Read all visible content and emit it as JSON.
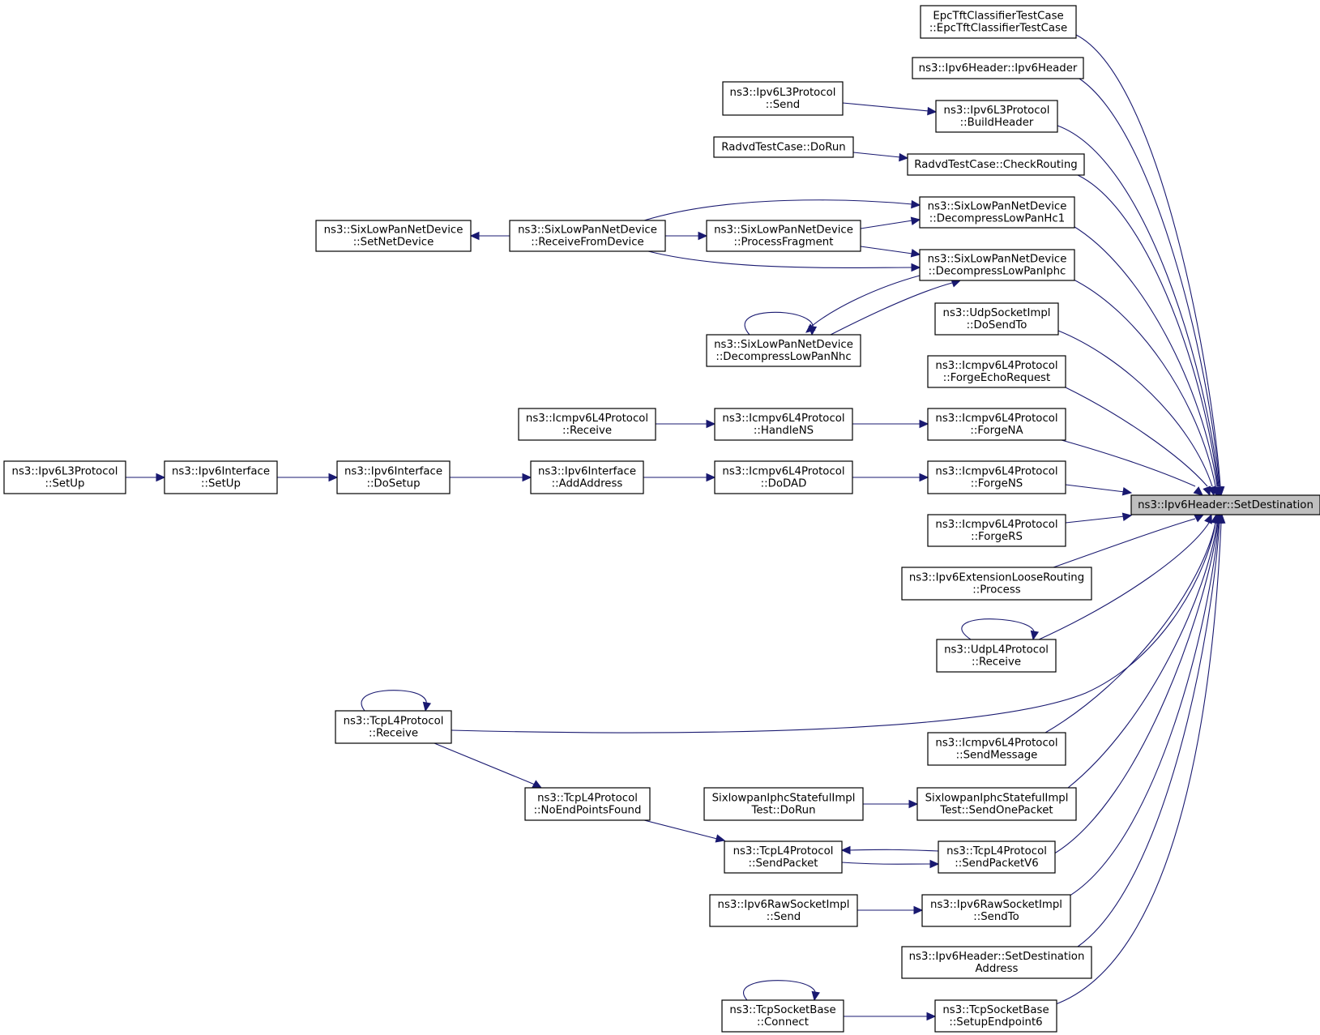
{
  "colors": {
    "edge": "#191970",
    "node_fill": "#ffffff",
    "focus_fill": "#bfbfbf",
    "node_stroke": "#000000"
  },
  "focus": "ns3::Ipv6Header::SetDestination",
  "nodes": [
    {
      "id": "focus",
      "lines": [
        "ns3::Ipv6Header::SetDestination"
      ]
    },
    {
      "id": "epc",
      "lines": [
        "EpcTftClassifierTestCase",
        "::EpcTftClassifierTestCase"
      ]
    },
    {
      "id": "ipv6hdr",
      "lines": [
        "ns3::Ipv6Header::Ipv6Header"
      ]
    },
    {
      "id": "l3send",
      "lines": [
        "ns3::Ipv6L3Protocol",
        "::Send"
      ]
    },
    {
      "id": "buildhdr",
      "lines": [
        "ns3::Ipv6L3Protocol",
        "::BuildHeader"
      ]
    },
    {
      "id": "radvddorun",
      "lines": [
        "RadvdTestCase::DoRun"
      ]
    },
    {
      "id": "checkrouting",
      "lines": [
        "RadvdTestCase::CheckRouting"
      ]
    },
    {
      "id": "setnetdev",
      "lines": [
        "ns3::SixLowPanNetDevice",
        "::SetNetDevice"
      ]
    },
    {
      "id": "recvfromdev",
      "lines": [
        "ns3::SixLowPanNetDevice",
        "::ReceiveFromDevice"
      ]
    },
    {
      "id": "procfrag",
      "lines": [
        "ns3::SixLowPanNetDevice",
        "::ProcessFragment"
      ]
    },
    {
      "id": "dechc1",
      "lines": [
        "ns3::SixLowPanNetDevice",
        "::DecompressLowPanHc1"
      ]
    },
    {
      "id": "deciphc",
      "lines": [
        "ns3::SixLowPanNetDevice",
        "::DecompressLowPanIphc"
      ]
    },
    {
      "id": "decnhc",
      "lines": [
        "ns3::SixLowPanNetDevice",
        "::DecompressLowPanNhc"
      ]
    },
    {
      "id": "udpdosendto",
      "lines": [
        "ns3::UdpSocketImpl",
        "::DoSendTo"
      ]
    },
    {
      "id": "forgeecho",
      "lines": [
        "ns3::Icmpv6L4Protocol",
        "::ForgeEchoRequest"
      ]
    },
    {
      "id": "icmprecv",
      "lines": [
        "ns3::Icmpv6L4Protocol",
        "::Receive"
      ]
    },
    {
      "id": "handlens",
      "lines": [
        "ns3::Icmpv6L4Protocol",
        "::HandleNS"
      ]
    },
    {
      "id": "forgena",
      "lines": [
        "ns3::Icmpv6L4Protocol",
        "::ForgeNA"
      ]
    },
    {
      "id": "l3setup",
      "lines": [
        "ns3::Ipv6L3Protocol",
        "::SetUp"
      ]
    },
    {
      "id": "ifsetup",
      "lines": [
        "ns3::Ipv6Interface",
        "::SetUp"
      ]
    },
    {
      "id": "dosetup",
      "lines": [
        "ns3::Ipv6Interface",
        "::DoSetup"
      ]
    },
    {
      "id": "addaddr",
      "lines": [
        "ns3::Ipv6Interface",
        "::AddAddress"
      ]
    },
    {
      "id": "dodad",
      "lines": [
        "ns3::Icmpv6L4Protocol",
        "::DoDAD"
      ]
    },
    {
      "id": "forgens",
      "lines": [
        "ns3::Icmpv6L4Protocol",
        "::ForgeNS"
      ]
    },
    {
      "id": "forgers",
      "lines": [
        "ns3::Icmpv6L4Protocol",
        "::ForgeRS"
      ]
    },
    {
      "id": "looseproc",
      "lines": [
        "ns3::Ipv6ExtensionLooseRouting",
        "::Process"
      ]
    },
    {
      "id": "udprecv",
      "lines": [
        "ns3::UdpL4Protocol",
        "::Receive"
      ]
    },
    {
      "id": "tcprecv",
      "lines": [
        "ns3::TcpL4Protocol",
        "::Receive"
      ]
    },
    {
      "id": "sendmsg",
      "lines": [
        "ns3::Icmpv6L4Protocol",
        "::SendMessage"
      ]
    },
    {
      "id": "noendpts",
      "lines": [
        "ns3::TcpL4Protocol",
        "::NoEndPointsFound"
      ]
    },
    {
      "id": "sixdorun",
      "lines": [
        "SixlowpanIphcStatefulImpl",
        "Test::DoRun"
      ]
    },
    {
      "id": "sixsendone",
      "lines": [
        "SixlowpanIphcStatefulImpl",
        "Test::SendOnePacket"
      ]
    },
    {
      "id": "tcpsendpkt",
      "lines": [
        "ns3::TcpL4Protocol",
        "::SendPacket"
      ]
    },
    {
      "id": "tcpsendv6",
      "lines": [
        "ns3::TcpL4Protocol",
        "::SendPacketV6"
      ]
    },
    {
      "id": "rawsend",
      "lines": [
        "ns3::Ipv6RawSocketImpl",
        "::Send"
      ]
    },
    {
      "id": "rawsendto",
      "lines": [
        "ns3::Ipv6RawSocketImpl",
        "::SendTo"
      ]
    },
    {
      "id": "setdestaddr",
      "lines": [
        "ns3::Ipv6Header::SetDestination",
        "Address"
      ]
    },
    {
      "id": "connect",
      "lines": [
        "ns3::TcpSocketBase",
        "::Connect"
      ]
    },
    {
      "id": "setupep6",
      "lines": [
        "ns3::TcpSocketBase",
        "::SetupEndpoint6"
      ]
    }
  ],
  "edges": [
    {
      "from": "epc",
      "to": "focus"
    },
    {
      "from": "ipv6hdr",
      "to": "focus"
    },
    {
      "from": "buildhdr",
      "to": "focus"
    },
    {
      "from": "checkrouting",
      "to": "focus"
    },
    {
      "from": "dechc1",
      "to": "focus"
    },
    {
      "from": "deciphc",
      "to": "focus"
    },
    {
      "from": "udpdosendto",
      "to": "focus"
    },
    {
      "from": "forgeecho",
      "to": "focus"
    },
    {
      "from": "forgena",
      "to": "focus"
    },
    {
      "from": "forgens",
      "to": "focus"
    },
    {
      "from": "forgers",
      "to": "focus"
    },
    {
      "from": "looseproc",
      "to": "focus"
    },
    {
      "from": "udprecv",
      "to": "focus"
    },
    {
      "from": "tcprecv",
      "to": "focus"
    },
    {
      "from": "sendmsg",
      "to": "focus"
    },
    {
      "from": "sixsendone",
      "to": "focus"
    },
    {
      "from": "tcpsendv6",
      "to": "focus"
    },
    {
      "from": "rawsendto",
      "to": "focus"
    },
    {
      "from": "setdestaddr",
      "to": "focus"
    },
    {
      "from": "setupep6",
      "to": "focus"
    },
    {
      "from": "l3send",
      "to": "buildhdr"
    },
    {
      "from": "radvddorun",
      "to": "checkrouting"
    },
    {
      "from": "recvfromdev",
      "to": "setnetdev"
    },
    {
      "from": "recvfromdev",
      "to": "procfrag"
    },
    {
      "from": "recvfromdev",
      "to": "dechc1"
    },
    {
      "from": "recvfromdev",
      "to": "deciphc"
    },
    {
      "from": "procfrag",
      "to": "dechc1"
    },
    {
      "from": "procfrag",
      "to": "deciphc"
    },
    {
      "from": "decnhc",
      "to": "deciphc"
    },
    {
      "from": "deciphc",
      "to": "decnhc"
    },
    {
      "from": "decnhc",
      "to": "decnhc"
    },
    {
      "from": "icmprecv",
      "to": "handlens"
    },
    {
      "from": "handlens",
      "to": "forgena"
    },
    {
      "from": "l3setup",
      "to": "ifsetup"
    },
    {
      "from": "ifsetup",
      "to": "dosetup"
    },
    {
      "from": "dosetup",
      "to": "addaddr"
    },
    {
      "from": "addaddr",
      "to": "dodad"
    },
    {
      "from": "dodad",
      "to": "forgens"
    },
    {
      "from": "udprecv",
      "to": "udprecv"
    },
    {
      "from": "tcprecv",
      "to": "tcprecv"
    },
    {
      "from": "tcprecv",
      "to": "noendpts"
    },
    {
      "from": "noendpts",
      "to": "tcpsendpkt"
    },
    {
      "from": "sixdorun",
      "to": "sixsendone"
    },
    {
      "from": "tcpsendv6",
      "to": "tcpsendpkt"
    },
    {
      "from": "tcpsendpkt",
      "to": "tcpsendv6"
    },
    {
      "from": "rawsend",
      "to": "rawsendto"
    },
    {
      "from": "connect",
      "to": "setupep6"
    },
    {
      "from": "connect",
      "to": "connect"
    }
  ]
}
